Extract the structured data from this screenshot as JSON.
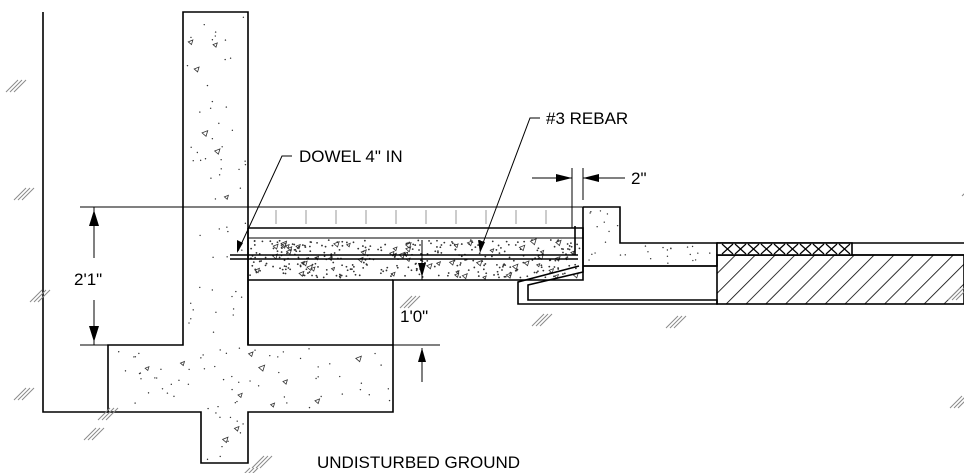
{
  "drawing": {
    "labels": {
      "rebar": "#3 REBAR",
      "dowel": "DOWEL 4\" IN",
      "gap": "2\"",
      "wall_height": "2'1\"",
      "slab_depth": "1'0\"",
      "ground": "UNDISTURBED GROUND"
    },
    "colors": {
      "line": "#000000",
      "concrete_speckle": "#333333",
      "hatch": "#000000",
      "grey_hatch": "#8a8a8a"
    }
  }
}
